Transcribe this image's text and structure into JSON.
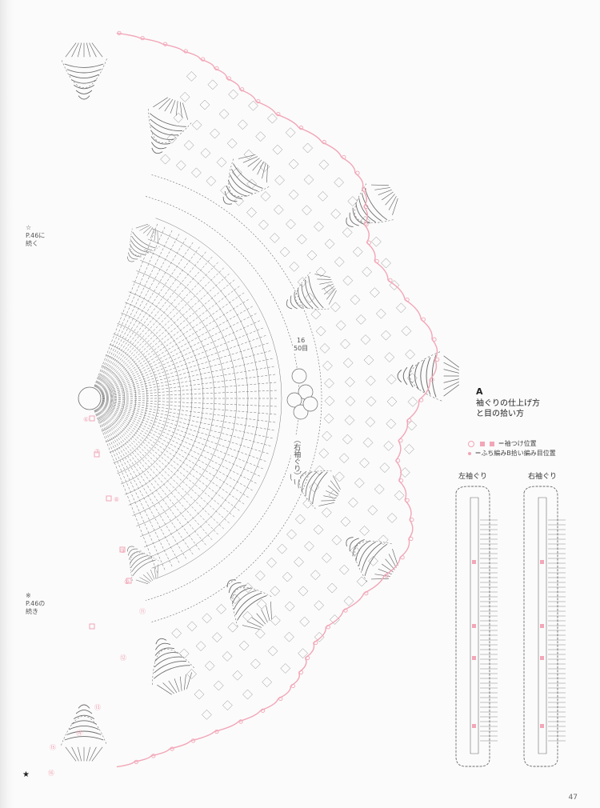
{
  "labels": {
    "continue_top_symbol": "☆",
    "continue_top_ref": "P.46に",
    "continue_top_note": "続く",
    "continue_bottom_symbol": "※",
    "continue_bottom_ref": "P.46の",
    "continue_bottom_note": "続き",
    "round_marker": "16",
    "round_count": "50目",
    "sleeve_label": "（右袖ぐり）",
    "star": "★"
  },
  "legend": {
    "section": "A",
    "title_line1": "袖ぐりの仕上げ方",
    "title_line2": "と目の拾い方",
    "item1_text": "＝袖つけ位置",
    "item2_text": "＝ふち編みB拾い編み目位置",
    "left_sleeve": "左袖ぐり",
    "right_sleeve": "右袖ぐり"
  },
  "row_numbers": [
    "⑥",
    "⑦",
    "⑧",
    "⑨",
    "⑩",
    "⑪",
    "⑫",
    "⑬",
    "⑭",
    "⑮",
    "⑯"
  ],
  "colors": {
    "line": "#6b6b6b",
    "accent_pink": "#f2a6b7",
    "paper": "#fbfbfb"
  },
  "page_number": "47"
}
